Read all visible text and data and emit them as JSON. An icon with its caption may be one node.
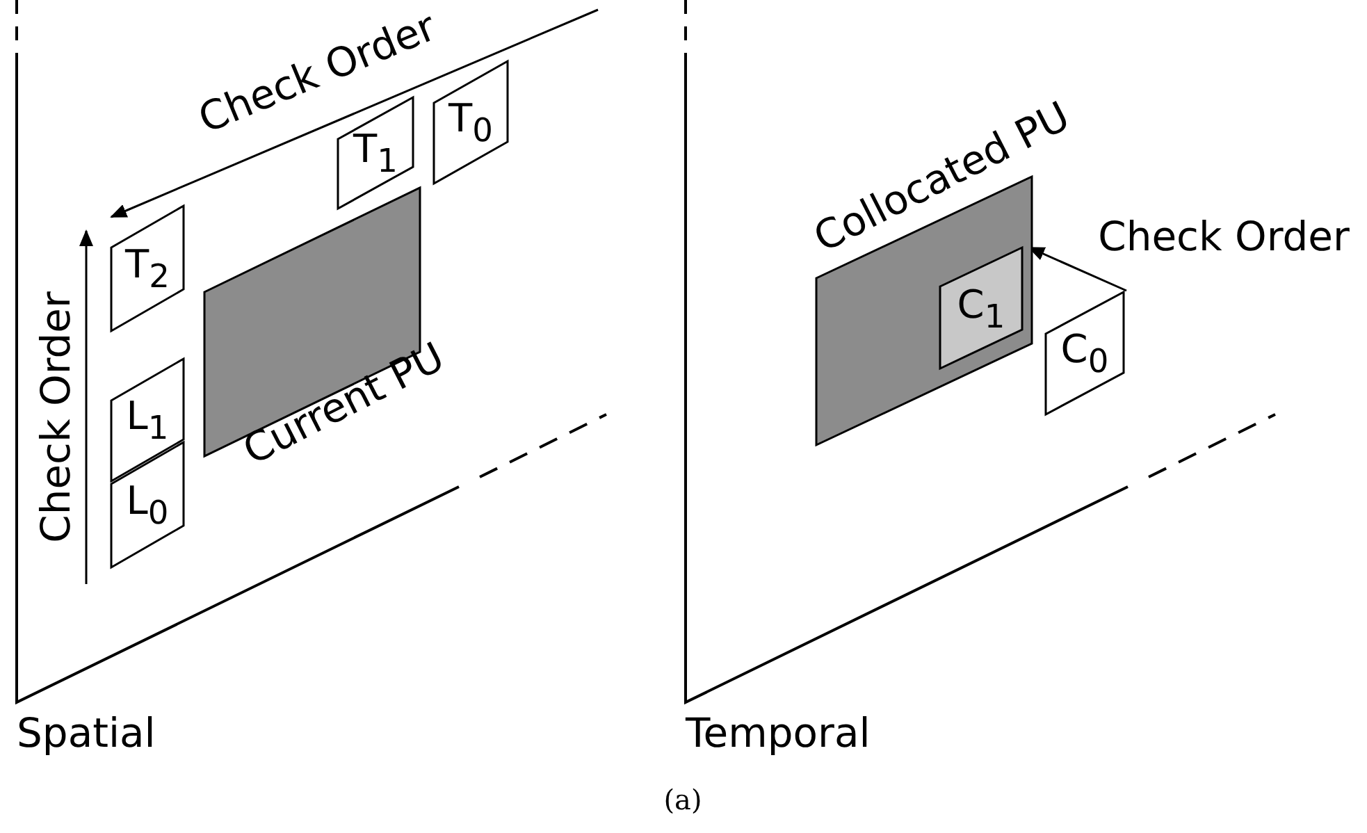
{
  "diagram": {
    "caption": "(a)",
    "nodes": [
      {
        "text": [
          "T$_{0}$"
        ]
      },
      {
        "text": [
          "T$_{1}$"
        ]
      },
      {
        "text": [
          "T$_{2}$"
        ]
      },
      {
        "text": [
          "Current PU"
        ]
      },
      {
        "text": [
          "L$_{1}$"
        ]
      },
      {
        "text": [
          "L$_{0}$"
        ]
      },
      {
        "text": [
          "Collocated PU"
        ]
      },
      {
        "text": [
          "C$_{1}$"
        ],
        "in": 6
      },
      {
        "text": [
          "C$_{0}$"
        ]
      }
    ],
    "edges": [
      {
        "from": null,
        "to": 2,
        "arrow": "to",
        "label": "Check Order"
      },
      {
        "from": null,
        "to": 2,
        "arrow": "to",
        "label": "Check Order"
      },
      {
        "from": 8,
        "to": 7,
        "arrow": "to",
        "label": "Check Order"
      }
    ],
    "labels": [
      "Spatial",
      "Temporal"
    ]
  }
}
